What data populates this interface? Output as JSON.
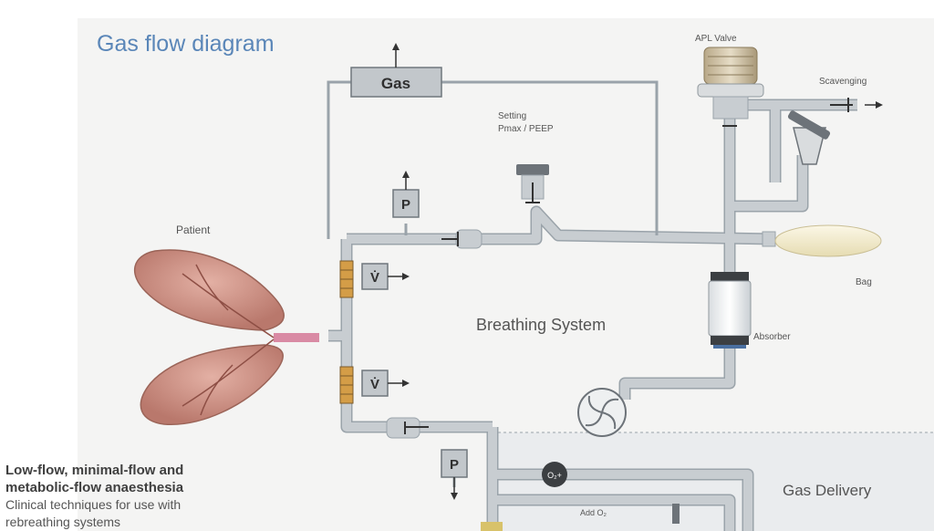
{
  "diagram": {
    "title": "Gas flow diagram",
    "gas_box": "Gas",
    "setting_line1": "Setting",
    "setting_line2": "Pmax / PEEP",
    "apl_valve": "APL Valve",
    "scavenging": "Scavenging",
    "patient": "Patient",
    "bag": "Bag",
    "breathing_system": "Breathing System",
    "absorber": "Absorber",
    "gas_delivery": "Gas Delivery",
    "pressure_sensor": "P",
    "flow_sensor": "V̇",
    "o2_plus": "O₂+",
    "add_o2": "Add O₂"
  },
  "caption": {
    "line1": "Low-flow, minimal-flow and",
    "line2": "metabolic-flow anaesthesia",
    "line3": "Clinical techniques for use with",
    "line4": "rebreathing systems"
  },
  "colors": {
    "panel": "#f4f4f3",
    "pipe": "#c4cace",
    "pipe_edge": "#9da6ad",
    "title": "#5a86b8",
    "lung": "#c98e82",
    "bag": "#f3edce"
  }
}
